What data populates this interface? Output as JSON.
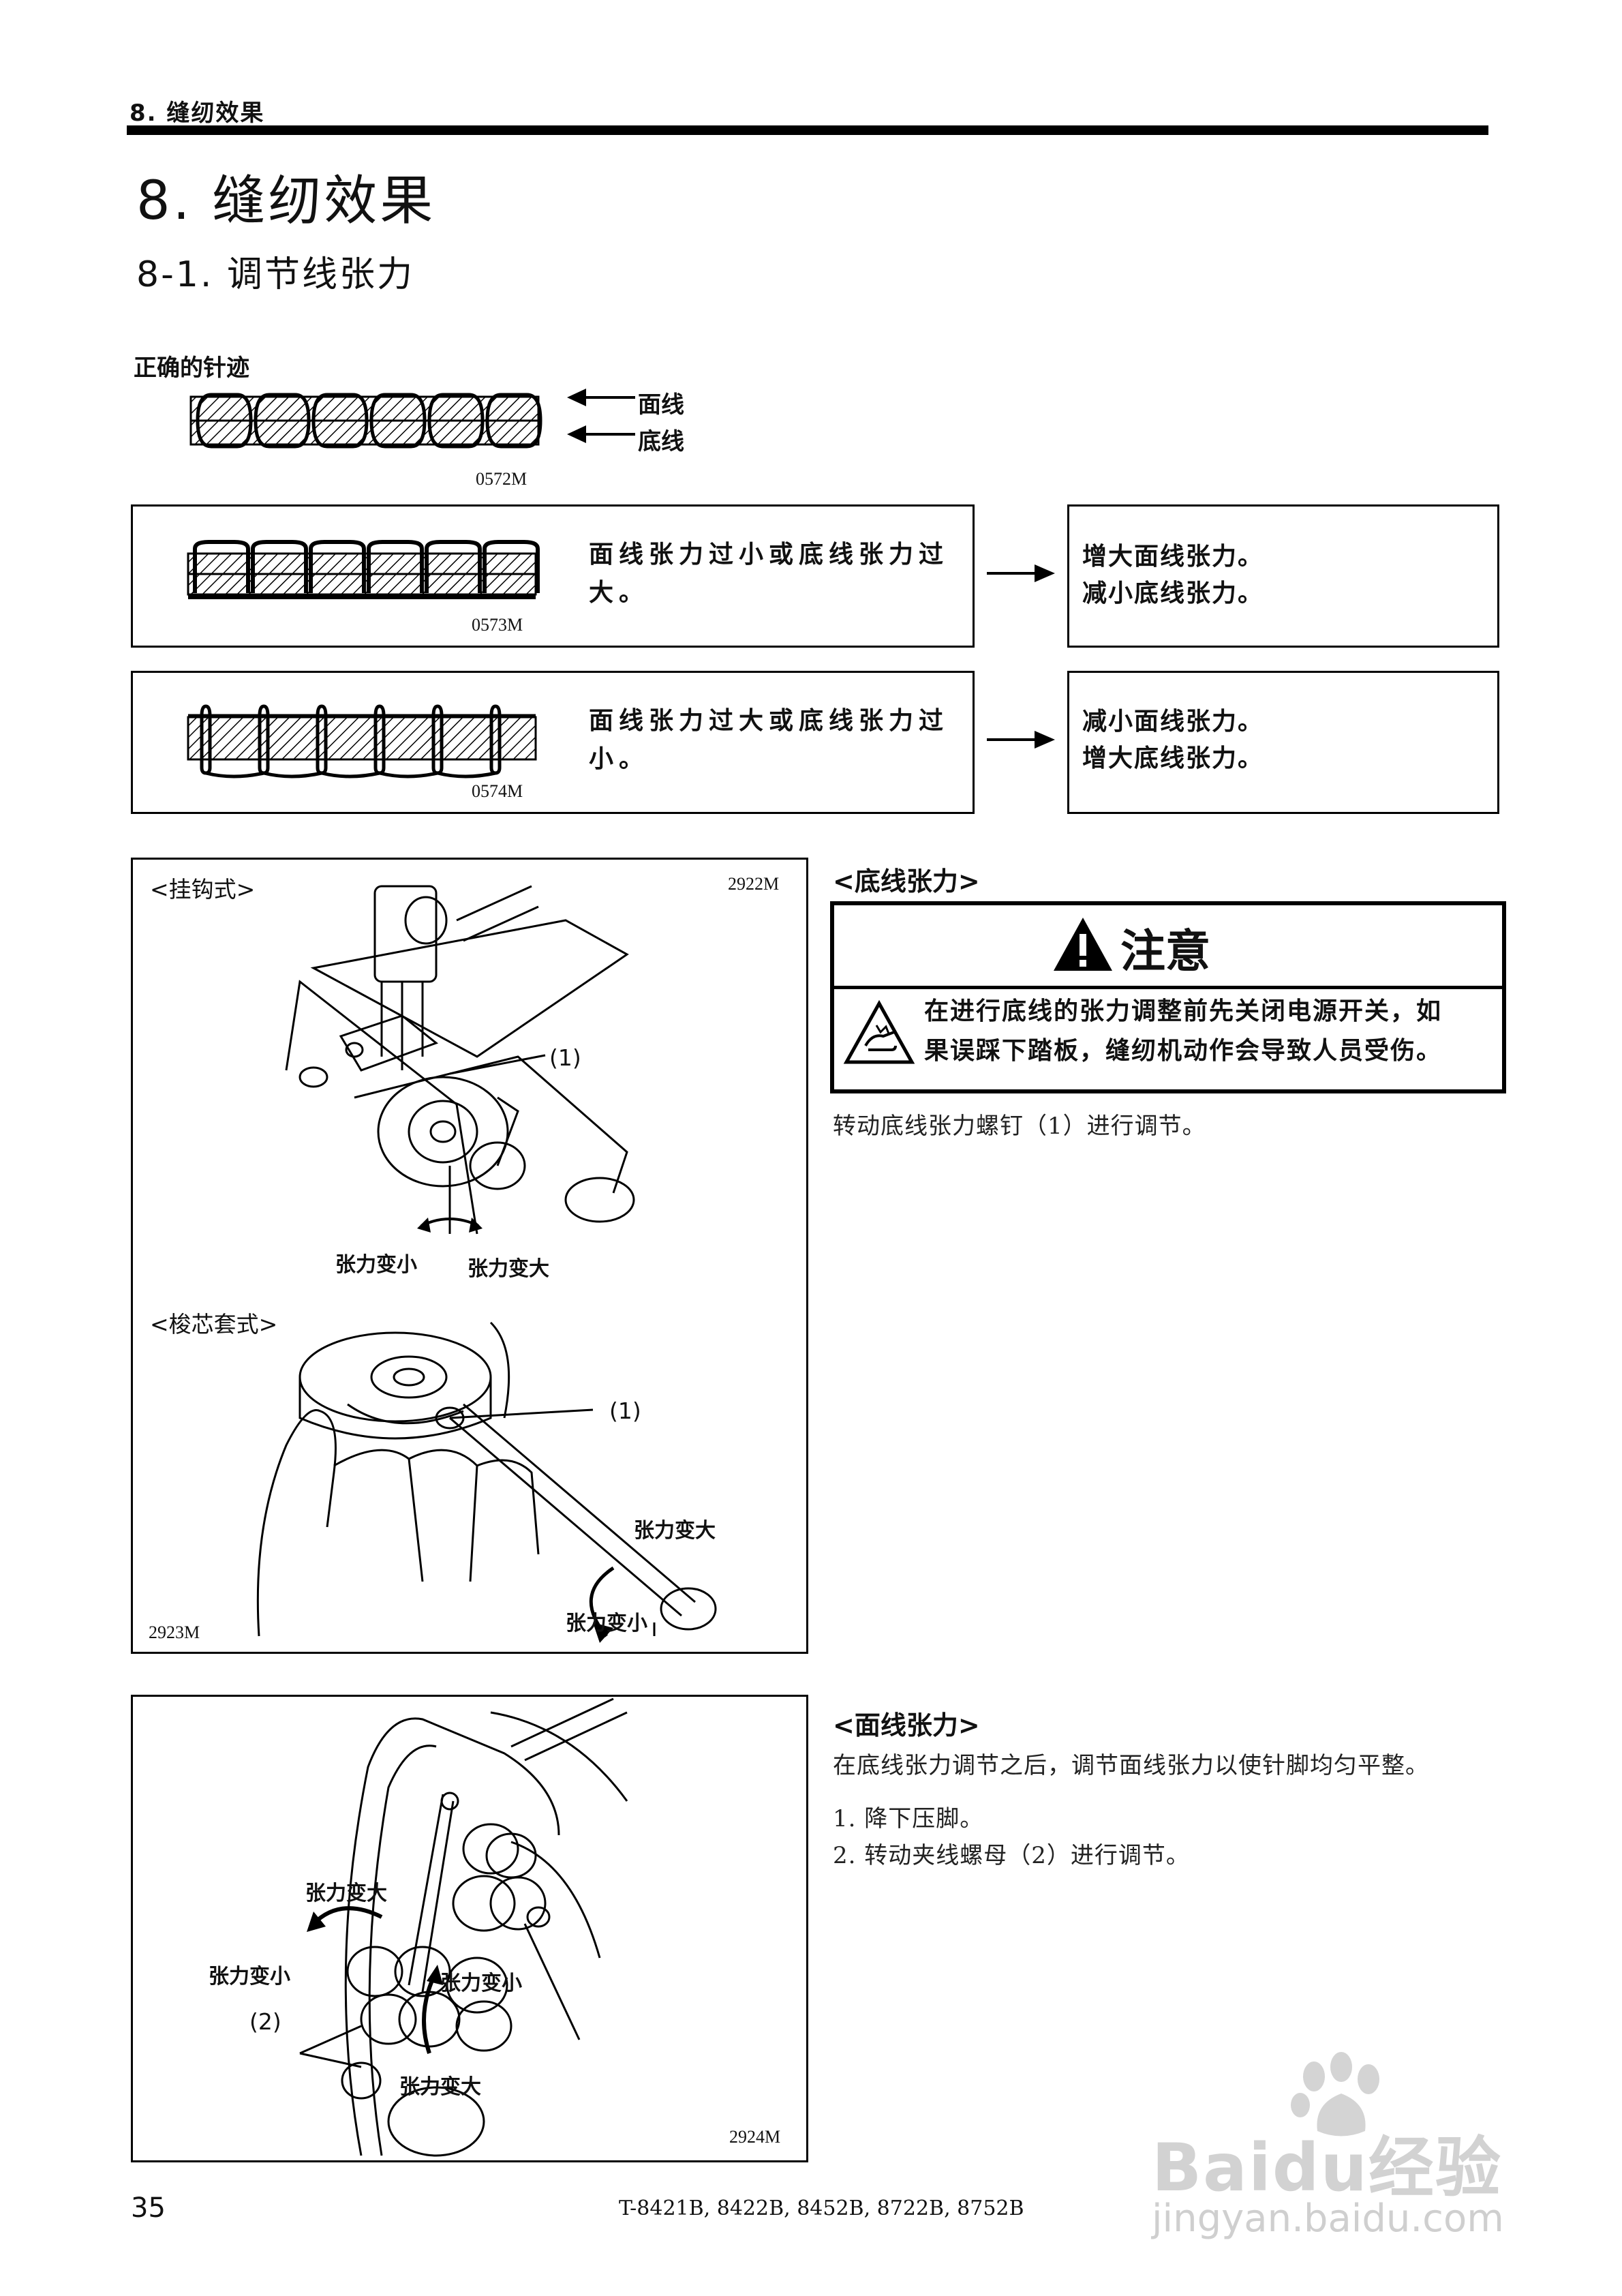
{
  "header": {
    "section": "8. 缝纫效果"
  },
  "title": {
    "chapter": "8. 缝纫效果",
    "subsection": "8-1. 调节线张力"
  },
  "correct_stitch": {
    "label": "正确的针迹",
    "upper_thread": "面线",
    "lower_thread": "底线",
    "fig_code": "0572M"
  },
  "rows": [
    {
      "fig_code": "0573M",
      "condition": "面线张力过小或底线张力过大。",
      "remedy": [
        "增大面线张力。",
        "减小底线张力。"
      ]
    },
    {
      "fig_code": "0574M",
      "condition": "面线张力过大或底线张力过小。",
      "remedy": [
        "减小面线张力。",
        "增大底线张力。"
      ]
    }
  ],
  "bobbin_figure": {
    "hook_label": "<挂钩式>",
    "hook_code": "2922M",
    "callout": "(1)",
    "less": "张力变小",
    "more": "张力变大",
    "case_label": "<梭芯套式>",
    "case_callout": "(1)",
    "case_more": "张力变大",
    "case_less": "张力变小",
    "case_code": "2923M"
  },
  "bobbin_tension": {
    "heading": "<底线张力>",
    "caution_title": "注意",
    "caution_text": [
      "在进行底线的张力调整前先关闭电源开关，如",
      "果误踩下踏板，缝纫机动作会导致人员受伤。"
    ],
    "instruction": "转动底线张力螺钉（1）进行调节。"
  },
  "upper_figure": {
    "more_top": "张力变大",
    "less_left": "张力变小",
    "less_right": "张力变小",
    "callout": "(2)",
    "more_bottom": "张力变大",
    "code": "2924M"
  },
  "upper_tension": {
    "heading": "<面线张力>",
    "intro": "在底线张力调节之后，调节面线张力以使针脚均匀平整。",
    "steps": [
      "1. 降下压脚。",
      "2. 转动夹线螺母（2）进行调节。"
    ]
  },
  "footer": {
    "page": "35",
    "models": "T-8421B, 8422B, 8452B, 8722B, 8752B",
    "watermark_brand": "Baidu经验",
    "watermark_url": "jingyan.baidu.com"
  }
}
